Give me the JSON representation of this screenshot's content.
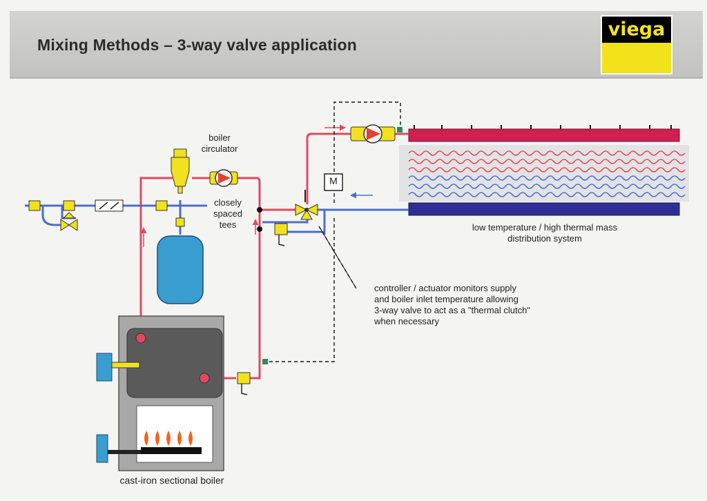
{
  "header": {
    "title": "Mixing Methods – 3-way valve application",
    "logo_text": "viega"
  },
  "labels": {
    "boiler_circulator": [
      "boiler",
      "circulator"
    ],
    "closely_spaced_tees": [
      "closely",
      "spaced",
      "tees"
    ],
    "distribution": [
      "low temperature / high thermal mass",
      "distribution system"
    ],
    "controller": [
      "controller / actuator monitors supply",
      "and  boiler inlet temperature allowing",
      "3-way valve to act as a \"thermal clutch\"",
      "when necessary"
    ],
    "boiler": "cast-iron sectional boiler",
    "actuator": "M"
  },
  "colors": {
    "supply_pipe": "#e2495c",
    "return_pipe": "#4a6fc9",
    "supply_manifold": "#d11f4f",
    "return_manifold": "#2e2f94",
    "expansion_tank": "#3a9dd0",
    "valve": "#f1e11f",
    "boiler_casing": "#a8a8a8",
    "heat_exchanger": "#5a5a5a",
    "flame": "#f3641c",
    "logo_yellow": "#f2e21a"
  },
  "icons": {
    "circulator": "pump-icon",
    "valve": "valve-icon",
    "tank": "expansion-tank-icon",
    "flame": "burner-flame-icon"
  }
}
